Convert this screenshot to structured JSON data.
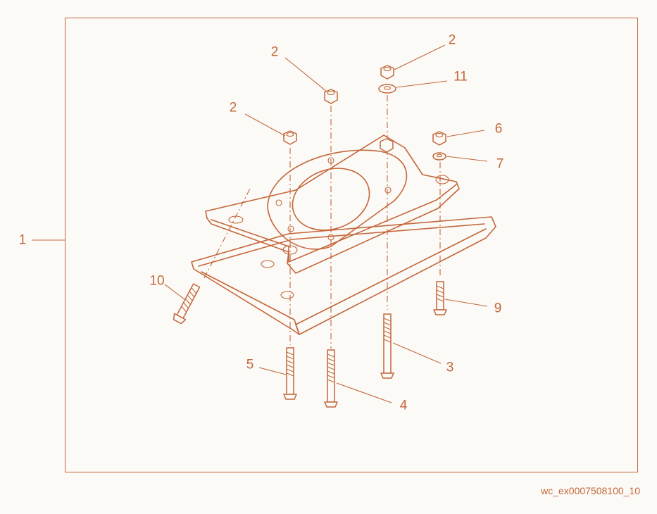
{
  "labels": {
    "assembly": "1",
    "nut_a": "2",
    "nut_b": "2",
    "nut_c": "2",
    "bolt_3": "3",
    "bolt_4": "4",
    "bolt_5": "5",
    "nut_6": "6",
    "washer_7": "7",
    "bolt_9": "9",
    "bolt_10": "10",
    "washer_11": "11"
  },
  "diagram_code": "wc_ex0007508100_10",
  "colors": {
    "line": "#c4663a",
    "background": "#fbfaf6"
  }
}
